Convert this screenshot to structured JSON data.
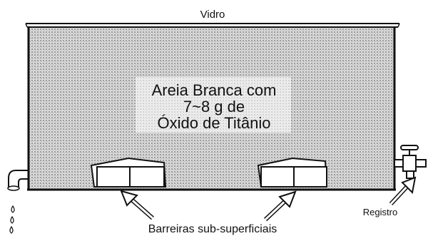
{
  "labels": {
    "top": "Vidro",
    "sand_line1": "Areia Branca com",
    "sand_line2": "7~8 g de",
    "sand_line3": "Óxido de Titânio",
    "barriers": "Barreiras sub-superficiais",
    "valve": "Registro"
  },
  "colors": {
    "outline": "#111111",
    "sand": "#bdbdbd",
    "background": "#ffffff"
  }
}
